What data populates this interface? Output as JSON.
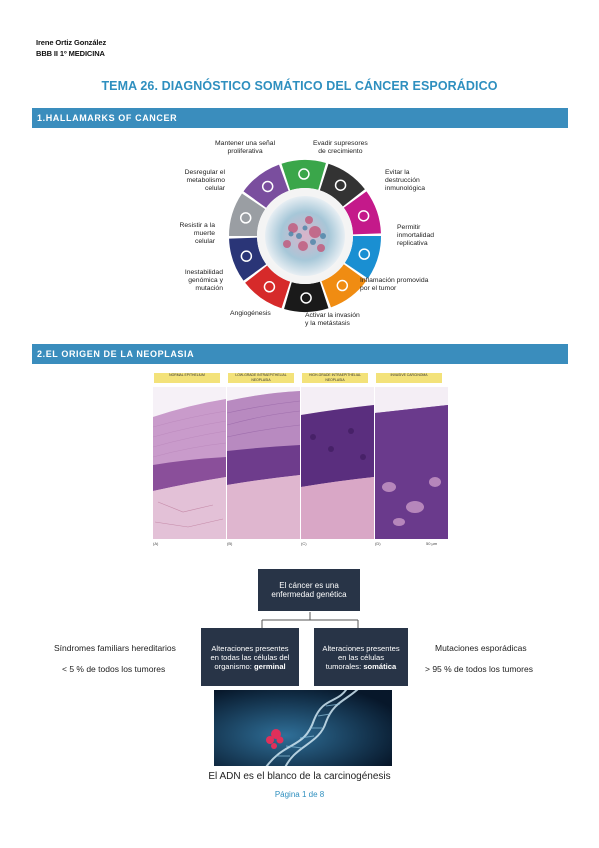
{
  "author": {
    "name": "Irene Ortiz González",
    "course": "BBB II 1º MEDICINA"
  },
  "doc_title": "TEMA 26. DIAGNÓSTICO SOMÁTICO DEL CÁNCER ESPORÁDICO",
  "sections": [
    {
      "label": "1.HALLAMARKS OF CANCER"
    },
    {
      "label": "2.EL ORIGEN DE LA NEOPLASIA"
    }
  ],
  "hallmarks": {
    "labels": {
      "proliferative": "Mantener una señal\nproliferativa",
      "suppressors": "Evadir supresores\nde crecimiento",
      "metabolism": "Desregular el\nmetabolismo\ncelular",
      "immune": "Evitar la\ndestrucción\ninmunológica",
      "death": "Resistir a la\nmuerte\ncelular",
      "immortality": "Permitir\ninmortalidad\nreplicativa",
      "instability": "Inestabilidad\ngenómica y\nmutación",
      "inflammation": "Inflamación promovida\npor el tumor",
      "angiogenesis": "Angiogénesis",
      "invasion": "Activar la invasión\ny la metástasis"
    },
    "colors": {
      "green": "#3aa64a",
      "dark": "#333333",
      "magenta": "#c4198a",
      "purple": "#7a4e9e",
      "blue": "#1a8fd2",
      "gray": "#9a9ea3",
      "navy": "#2a3577",
      "orange": "#f08c12",
      "red": "#d62a2a",
      "black": "#1a1a1a"
    }
  },
  "histology": {
    "tags": [
      "NORMAL EPITHELIUM",
      "LOW-GRADE INTRAEPITHELIAL NEOPLASIA",
      "HIGH-GRADE INTRAEPITHELIAL NEOPLASIA",
      "INVASIVE CARCINOMA"
    ],
    "letters": [
      "(A)",
      "(B)",
      "(C)",
      "(D)"
    ],
    "scale": "50 µm"
  },
  "diagram": {
    "top_box": "El cáncer es una\nenfermedad genética",
    "left_box_pre": "Alteraciones presentes\nen todas las células del\norganismo: ",
    "left_box_bold": "germinal",
    "right_box_pre": "Alteraciones presentes\nen las células\ntumorales: ",
    "right_box_bold": "somática",
    "left_title": "Síndromes familiars hereditarios",
    "left_stat": "< 5 % de todos los tumores",
    "right_title": "Mutaciones esporádicas",
    "right_stat": "> 95 % de todos los tumores",
    "caption": "El ADN es el blanco de la carcinogénesis"
  },
  "footer": "Página 1 de 8"
}
